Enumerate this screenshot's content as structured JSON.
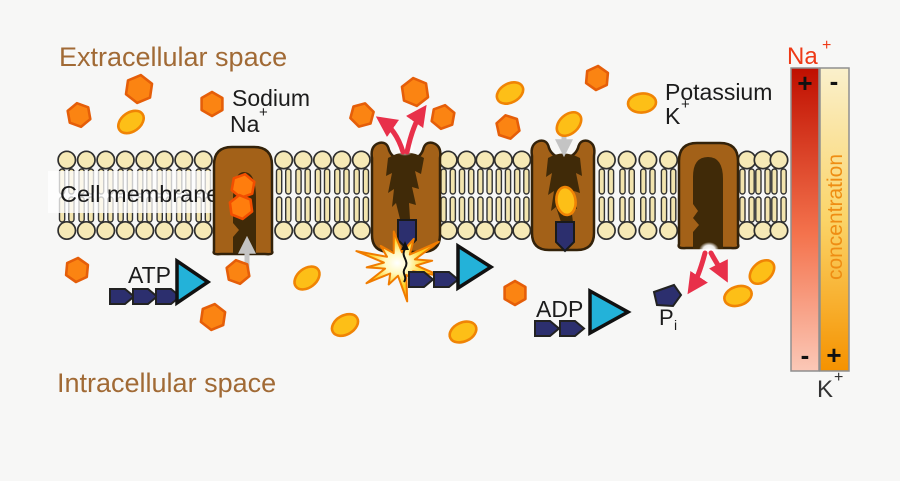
{
  "title": "Sodium-potassium pump (Na+/K+-ATPase) cell membrane diagram",
  "background_color": "#f7f7f6",
  "labels": {
    "extracellular": "Extracellular space",
    "intracellular": "Intracellular space",
    "cell_membrane": "Cell membrane",
    "sodium_name": "Sodium",
    "sodium_symbol": "Na",
    "sodium_charge": "+",
    "potassium_name": "Potassium",
    "potassium_symbol": "K",
    "potassium_charge": "+",
    "atp": "ATP",
    "adp": "ADP",
    "phosphate_symbol": "P",
    "phosphate_subscript": "i"
  },
  "gradient_bar": {
    "na_label": "Na",
    "na_charge": "+",
    "k_label": "K",
    "k_charge": "+",
    "concentration_label": "concentration",
    "na_label_color": "#ee3a17",
    "concentration_label_color": "#ef8d13",
    "k_label_color": "#333333",
    "na_column": {
      "top_sign": "+",
      "bottom_sign": "-",
      "gradient_top": "#bf0f00",
      "gradient_mid": "#f4734d",
      "gradient_bottom": "#fbc8b7"
    },
    "k_column": {
      "top_sign": "-",
      "bottom_sign": "+",
      "gradient_top": "#faf0cc",
      "gradient_mid": "#fbd468",
      "gradient_bottom": "#f59200"
    }
  },
  "colors": {
    "label_brown": "#a16a35",
    "text_black": "#1c1c1c",
    "membrane_head_fill": "#f6e9b6",
    "membrane_head_stroke": "#2f2f2f",
    "membrane_tail_fill": "#f2e4ae",
    "pump_body": "#a36118",
    "pump_cavity": "#402a08",
    "pump_stroke": "#33220a",
    "sodium_fill": "#fb8412",
    "sodium_stroke": "#e55e09",
    "sodium_in_pump_fill": "#ff7d0d",
    "sodium_in_pump_stroke": "#f24e00",
    "potassium_fill": "#fdbf17",
    "potassium_stroke": "#f08405",
    "phosphate_navy": "#2c2f6e",
    "triangle_cyan": "#23b2d9",
    "arrow_red": "#e8304a",
    "arrow_gray": "#c4c4c4",
    "starburst_edge": "#f07c00"
  },
  "ions": {
    "extracellular_sodium": [
      [
        79,
        115,
        12,
        -10
      ],
      [
        139,
        89,
        14,
        8
      ],
      [
        212,
        104,
        12,
        0
      ],
      [
        362,
        115,
        12,
        15
      ],
      [
        415,
        92,
        14,
        -8
      ],
      [
        443,
        117,
        12,
        10
      ],
      [
        508,
        127,
        12,
        -12
      ],
      [
        597,
        78,
        12,
        5
      ]
    ],
    "extracellular_potassium": [
      [
        131,
        122,
        -35
      ],
      [
        510,
        93,
        -28
      ],
      [
        569,
        124,
        -42
      ],
      [
        642,
        103,
        -5
      ]
    ],
    "intracellular_sodium": [
      [
        77,
        270,
        12,
        5
      ],
      [
        238,
        272,
        12,
        -10
      ],
      [
        213,
        317,
        13,
        8
      ],
      [
        515,
        293,
        12,
        0
      ]
    ],
    "intracellular_potassium": [
      [
        307,
        278,
        -38
      ],
      [
        345,
        325,
        -30
      ],
      [
        463,
        332,
        -25
      ],
      [
        738,
        296,
        -18
      ],
      [
        762,
        272,
        -42
      ]
    ],
    "pump_sodium": [
      [
        243,
        186,
        12,
        10
      ],
      [
        241,
        207,
        12,
        -8
      ]
    ],
    "pump_potassium": [
      [
        566,
        201,
        82
      ]
    ]
  }
}
